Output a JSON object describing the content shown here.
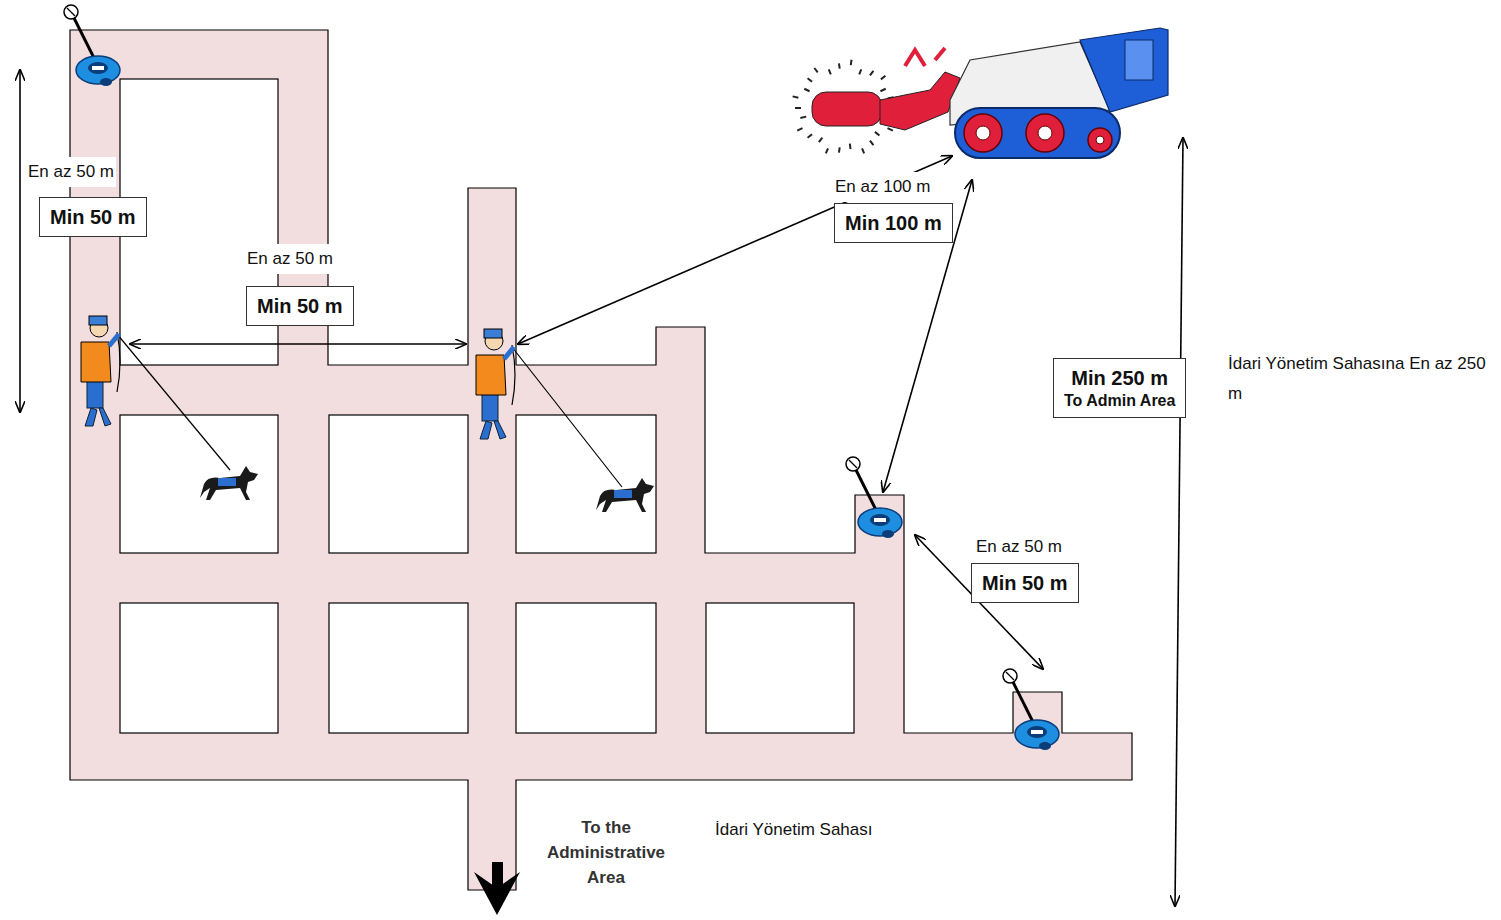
{
  "diagram": {
    "nodes": [
      {
        "text": [
          "Min 50 m"
        ]
      },
      {
        "text": [
          "Min 100 m"
        ]
      },
      {
        "text": [
          "Min 50 m"
        ]
      },
      {
        "text": [
          "Min 250 m",
          "To Admin Area"
        ]
      },
      {
        "text": [
          "Min 50 m"
        ]
      }
    ],
    "labels": [
      "En az 50 m",
      "En az 100 m",
      "En az 50 m",
      "İdari Yönetim Sahasına En az 250 m",
      "En az 50 m",
      "İdari Yönetim Sahası",
      "To the Administrative Area"
    ]
  }
}
